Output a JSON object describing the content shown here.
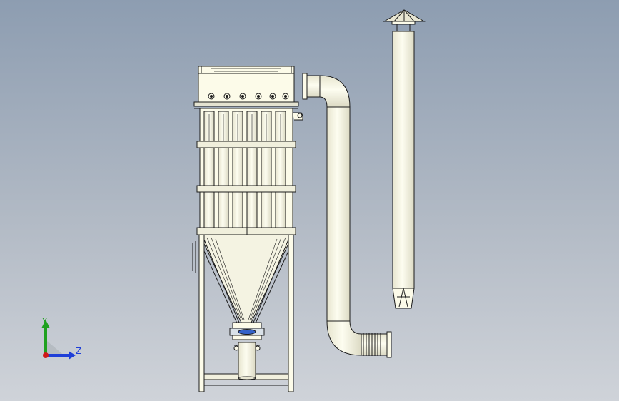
{
  "viewport": {
    "background_top": "#8d9db1",
    "background_bottom": "#cfd3d9"
  },
  "model": {
    "fill_color": "#fcfbe9",
    "line_color": "#1c1c1c",
    "pulse_valve_count": 6,
    "filter_bag_count": 6
  },
  "triad": {
    "y_label": "Y",
    "z_label": "Z",
    "y_color": "#1fa11f",
    "z_color": "#1f3fd8",
    "x_color": "#d01818"
  }
}
